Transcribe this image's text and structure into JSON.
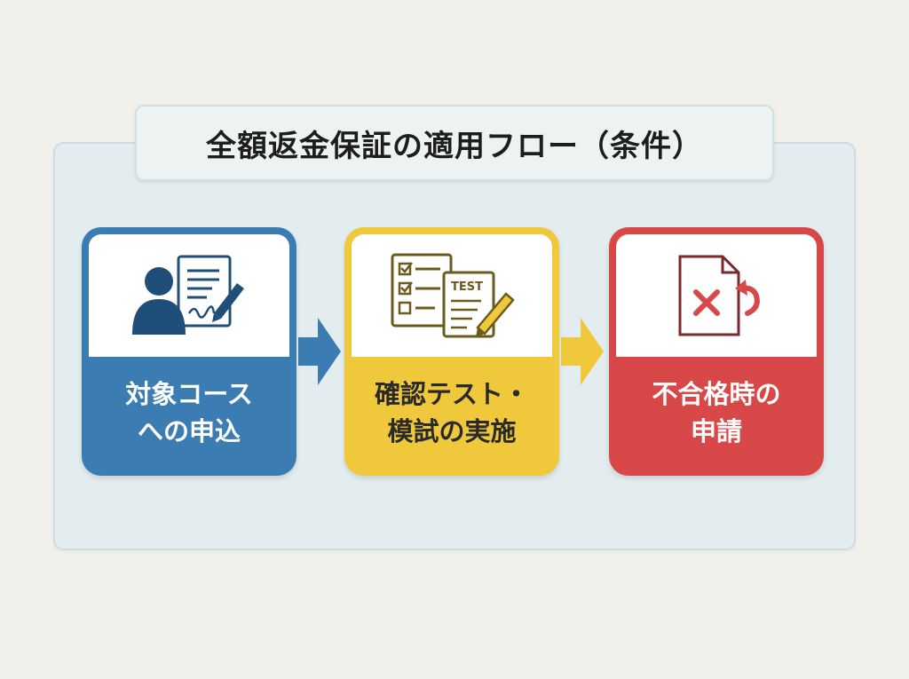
{
  "title": "全額返金保証の適用フロー（条件）",
  "steps": [
    {
      "line1": "対象コース",
      "line2": "への申込",
      "icon": "person-signing-document-icon",
      "color": "#3b7db3"
    },
    {
      "line1": "確認テスト・",
      "line2": "模試の実施",
      "icon": "checklist-test-icon",
      "icon_text": "TEST",
      "color": "#f0c83c"
    },
    {
      "line1": "不合格時の",
      "line2": "申請",
      "icon": "rejected-document-return-icon",
      "color": "#d94848"
    }
  ],
  "arrows": [
    {
      "color": "#3b7db3"
    },
    {
      "color": "#f0c83c"
    }
  ]
}
